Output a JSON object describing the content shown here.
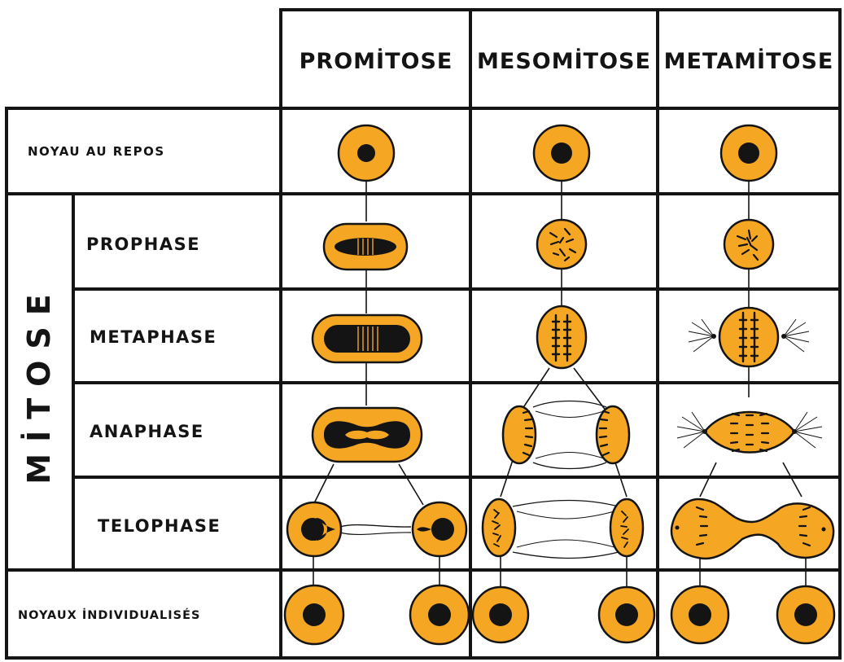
{
  "columns": [
    {
      "key": "promitose",
      "label": "PROMİTOSE"
    },
    {
      "key": "mesomitose",
      "label": "MESOMİTOSE"
    },
    {
      "key": "metamitose",
      "label": "METAMİTOSE"
    }
  ],
  "group_label": "MİTOSE",
  "rows": [
    {
      "key": "repos",
      "label": "NOYAU AU REPOS"
    },
    {
      "key": "prophase",
      "label": "PROPHASE"
    },
    {
      "key": "metaphase",
      "label": "METAPHASE"
    },
    {
      "key": "anaphase",
      "label": "ANAPHASE"
    },
    {
      "key": "telophase",
      "label": "TELOPHASE"
    },
    {
      "key": "individ",
      "label": "NOYAUX İNDIVIDUALISÉS"
    }
  ],
  "colors": {
    "cell_fill": "#f5a623",
    "ink": "#141414",
    "background": "#ffffff"
  }
}
